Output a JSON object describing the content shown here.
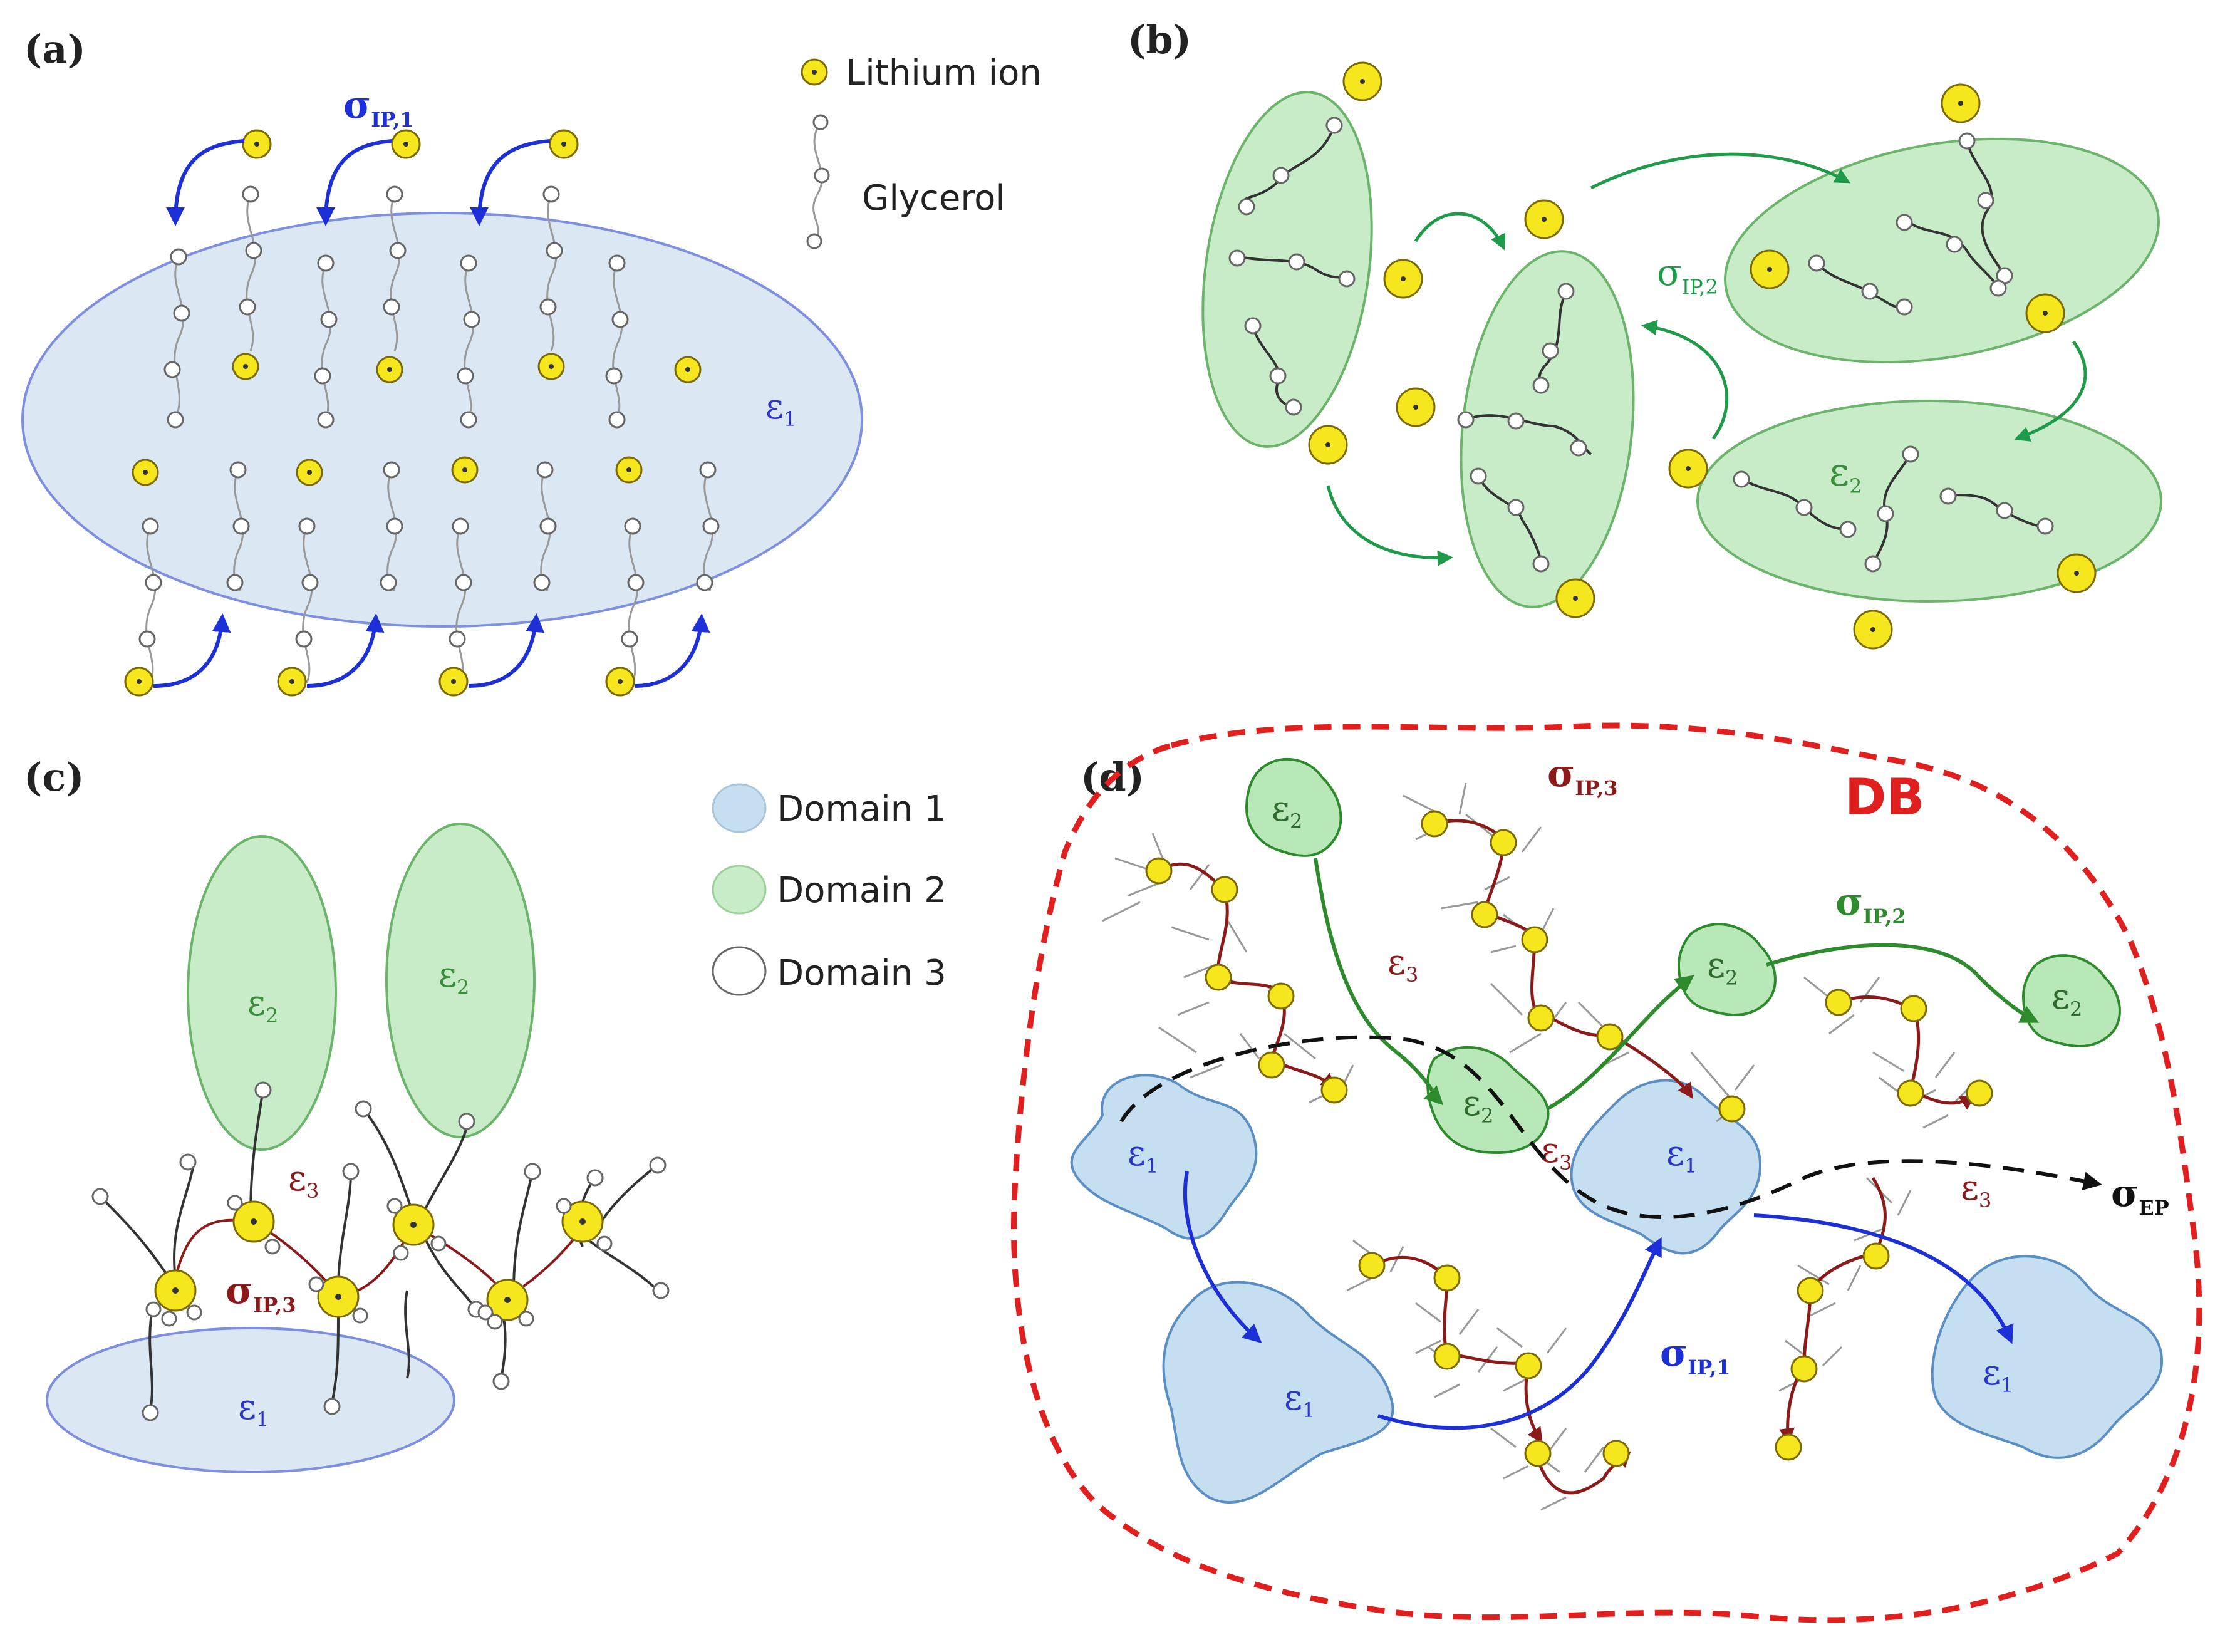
{
  "panels": {
    "a": {
      "label": "(a)",
      "sigma": {
        "base": "σ",
        "sub": "IP,1"
      },
      "epsilon": {
        "base": "ε",
        "sub": "1"
      },
      "legend": [
        {
          "key": "lithium",
          "text": "Lithium ion"
        },
        {
          "key": "glycerol",
          "text": "Glycerol"
        }
      ]
    },
    "b": {
      "label": "(b)",
      "sigma": {
        "base": "σ",
        "sub": "IP,2"
      },
      "epsilon": {
        "base": "ε",
        "sub": "2"
      }
    },
    "c": {
      "label": "(c)",
      "epsilon1": {
        "base": "ε",
        "sub": "1"
      },
      "epsilon2": {
        "base": "ε",
        "sub": "2"
      },
      "epsilon3": {
        "base": "ε",
        "sub": "3"
      },
      "sigma": {
        "base": "σ",
        "sub": "IP,3"
      },
      "legend": [
        {
          "key": "domain1",
          "text": "Domain 1"
        },
        {
          "key": "domain2",
          "text": "Domain 2"
        },
        {
          "key": "domain3",
          "text": "Domain 3"
        }
      ]
    },
    "d": {
      "label": "(d)",
      "title": "DB",
      "epsilon1": {
        "base": "ε",
        "sub": "1"
      },
      "epsilon2": {
        "base": "ε",
        "sub": "2"
      },
      "epsilon3": {
        "base": "ε",
        "sub": "3"
      },
      "sigma_ip1": {
        "base": "σ",
        "sub": "IP,1"
      },
      "sigma_ip2": {
        "base": "σ",
        "sub": "IP,2"
      },
      "sigma_ip3": {
        "base": "σ",
        "sub": "IP,3"
      },
      "sigma_ep": {
        "base": "σ",
        "sub": "EP"
      }
    }
  },
  "colors": {
    "domain1_fill": "#dbe7f3",
    "domain1_stroke": "#7f8fe0",
    "domain1_blob_fill": "#c5dff0",
    "domain1_blob_stroke": "#5b8fc4",
    "domain2_fill": "#c9ecc8",
    "domain2_stroke": "#6cb46c",
    "domain2_blob_stroke": "#2d8a2d",
    "ion": "#f5e61d",
    "sigma_ip1": "#1d2fd6",
    "sigma_ip2": "#1e9a4a",
    "sigma_ip3": "#8b1a1a",
    "db_boundary": "#e01f1f",
    "epsilon1_text": "#2b36c8",
    "epsilon2_text": "#3b8f3b",
    "epsilon3_text": "#8b1a1a"
  }
}
